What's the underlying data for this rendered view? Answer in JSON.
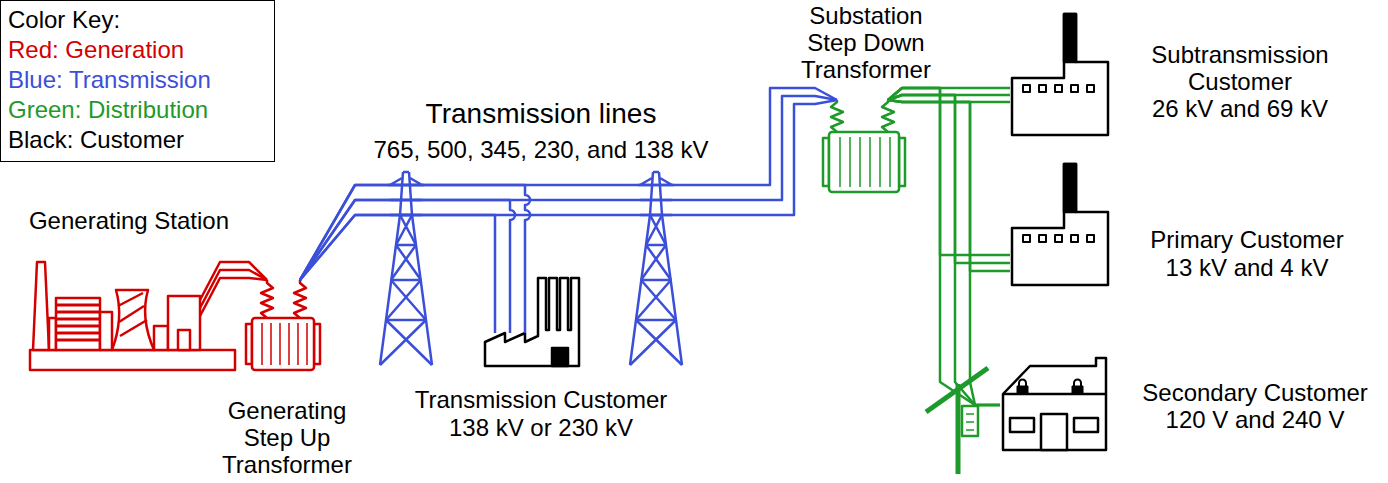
{
  "diagram": {
    "nodes": [
      {
        "text": [
          "Generating Station"
        ]
      },
      {
        "text": [
          "Generating Step Up Transformer"
        ]
      },
      {
        "text": [
          "Transmission Customer",
          "138 kV or 230 kV"
        ]
      },
      {
        "text": [
          "Substation Step Down Transformer"
        ]
      },
      {
        "text": [
          "Subtransmission Customer",
          "26 kV and 69 kV"
        ]
      },
      {
        "text": [
          "Primary Customer",
          "13 kV and 4 kV"
        ]
      },
      {
        "text": [
          "Secondary Customer",
          "120 V and 240 V"
        ]
      }
    ],
    "edges": [
      {
        "from": 0,
        "to": 1,
        "arrow": "none"
      },
      {
        "from": 1,
        "to": 2,
        "arrow": "none"
      },
      {
        "from": 1,
        "to": 3,
        "arrow": "none"
      },
      {
        "from": 3,
        "to": 4,
        "arrow": "none"
      },
      {
        "from": 3,
        "to": 5,
        "arrow": "none"
      },
      {
        "from": 3,
        "to": 6,
        "arrow": "none"
      }
    ],
    "labels": [
      "Color Key:",
      "Transmission lines",
      "765, 500, 345, 230, and 138 kV"
    ],
    "legend": [
      {
        "text": "Red: Generation",
        "color": "#d40000"
      },
      {
        "text": "Blue: Transmission",
        "color": "#3b4fd8"
      },
      {
        "text": "Green: Distribution",
        "color": "#1e9a2a"
      },
      {
        "text": "Black: Customer",
        "color": "#000000"
      }
    ]
  }
}
